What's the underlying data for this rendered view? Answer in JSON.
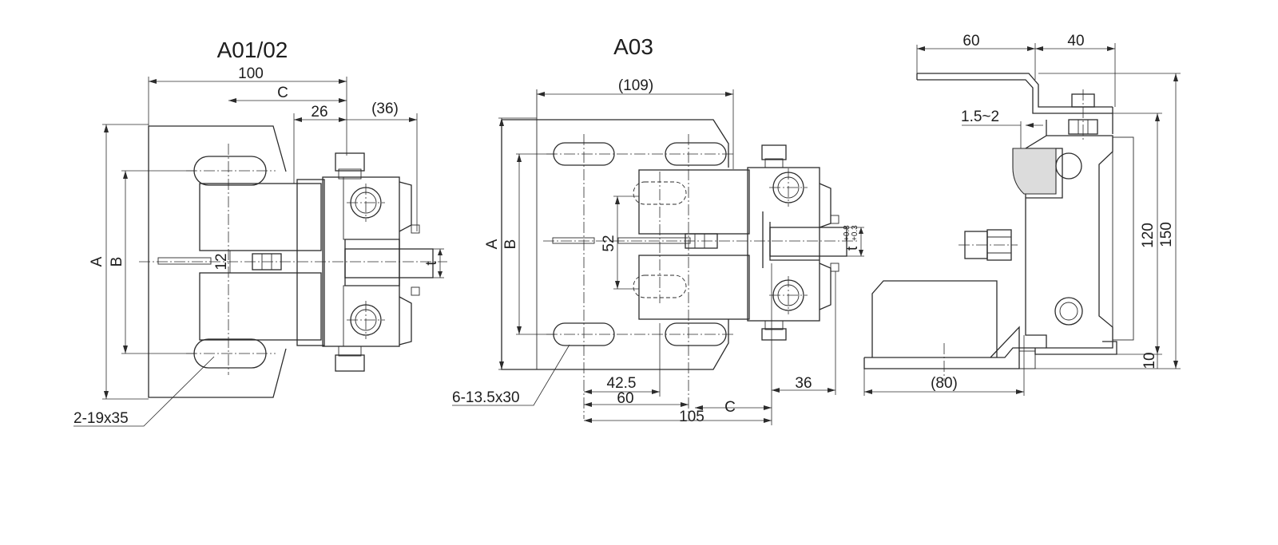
{
  "views": {
    "a0102": {
      "title": "A01/02",
      "dims": {
        "width_100": "100",
        "c": "C",
        "d26": "26",
        "d36": "(36)",
        "a": "A",
        "b": "B",
        "d12": "12",
        "t": "t",
        "holes": "2-19x35"
      }
    },
    "a03": {
      "title": "A03",
      "dims": {
        "d109": "(109)",
        "a": "A",
        "b": "B",
        "d52": "52",
        "tol_sup": "+0.8",
        "tol_sub": "+0.3",
        "t": "t",
        "d42_5": "42.5",
        "d60": "60",
        "d105": "105",
        "c": "C",
        "d36": "36",
        "holes": "6-13.5x30"
      }
    },
    "side": {
      "dims": {
        "d60": "60",
        "d40": "40",
        "gap": "1.5~2",
        "d120": "120",
        "d150": "150",
        "d10": "10",
        "d80": "(80)"
      }
    }
  },
  "colors": {
    "line": "#2b2b2b",
    "background": "#ffffff"
  }
}
